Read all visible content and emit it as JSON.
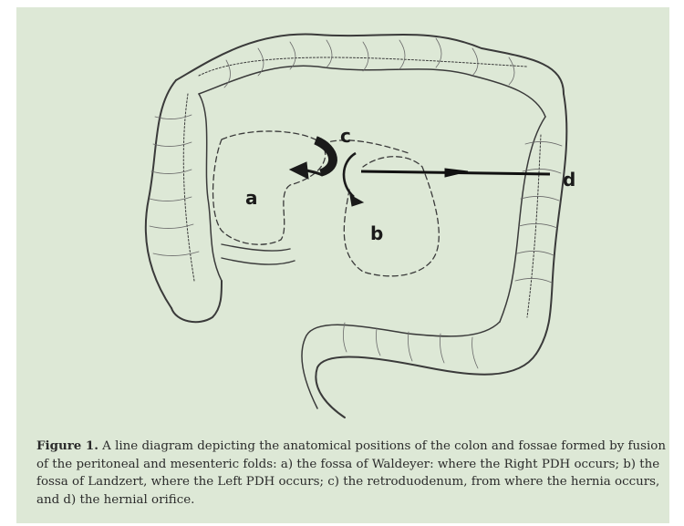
{
  "labels": {
    "a": "a",
    "b": "b",
    "c": "c",
    "d": "d"
  },
  "caption": {
    "prefix": "Figure 1.",
    "text": " A line diagram depicting the anatomical positions of the colon and fossae formed by fusion of the peritoneal and mesenteric folds: a) the fossa of Waldeyer: where the Right PDH occurs; b) the fossa of Landzert, where the Left PDH occurs; c) the retroduodenum, from where the hernia occurs, and d) the hernial orifice."
  },
  "colors": {
    "panel_background": "#dde8d6",
    "ink": "#2a2a2a"
  }
}
